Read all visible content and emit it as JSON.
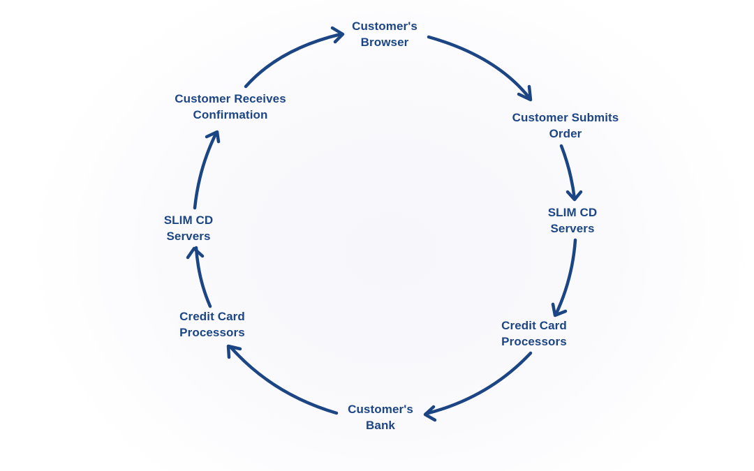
{
  "diagram": {
    "type": "cycle",
    "colors": {
      "primary": "#1c4584",
      "background": "#fafafd"
    },
    "nodes": [
      {
        "id": "browser",
        "lines": [
          "Customer's",
          "Browser"
        ]
      },
      {
        "id": "submits-order",
        "lines": [
          "Customer Submits",
          "Order"
        ]
      },
      {
        "id": "slim-cd-servers-right",
        "lines": [
          "SLIM CD",
          "Servers"
        ]
      },
      {
        "id": "credit-card-processors-right",
        "lines": [
          "Credit Card",
          "Processors"
        ]
      },
      {
        "id": "customers-bank",
        "lines": [
          "Customer's",
          "Bank"
        ]
      },
      {
        "id": "credit-card-processors-left",
        "lines": [
          "Credit Card",
          "Processors"
        ]
      },
      {
        "id": "slim-cd-servers-left",
        "lines": [
          "SLIM CD",
          "Servers"
        ]
      },
      {
        "id": "receives-confirmation",
        "lines": [
          "Customer Receives",
          "Confirmation"
        ]
      }
    ],
    "edges": [
      {
        "from": "browser",
        "to": "submits-order",
        "icon": "arrow-right-down"
      },
      {
        "from": "submits-order",
        "to": "slim-cd-servers-right",
        "icon": "arrow-down"
      },
      {
        "from": "slim-cd-servers-right",
        "to": "credit-card-processors-right",
        "icon": "arrow-down"
      },
      {
        "from": "credit-card-processors-right",
        "to": "customers-bank",
        "icon": "arrow-left-down"
      },
      {
        "from": "customers-bank",
        "to": "credit-card-processors-left",
        "icon": "arrow-left-up"
      },
      {
        "from": "credit-card-processors-left",
        "to": "slim-cd-servers-left",
        "icon": "arrow-up"
      },
      {
        "from": "slim-cd-servers-left",
        "to": "receives-confirmation",
        "icon": "arrow-up"
      },
      {
        "from": "receives-confirmation",
        "to": "browser",
        "icon": "arrow-right-up"
      }
    ]
  }
}
